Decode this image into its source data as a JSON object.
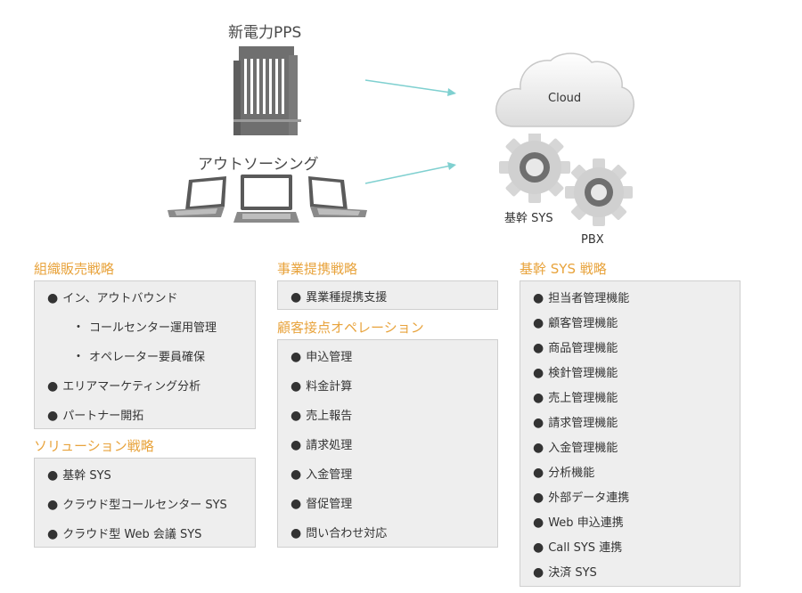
{
  "diagram": {
    "pps_label": "新電力PPS",
    "outsourcing_label": "アウトソーシング",
    "cloud_label": "Cloud",
    "core_sys_label": "基幹 SYS",
    "pbx_label": "PBX"
  },
  "sections": {
    "org_sales": {
      "title": "組織販売戦略",
      "items": [
        {
          "bullet": "●",
          "text": "イン、アウトバウンド"
        },
        {
          "bullet": "・",
          "text": "コールセンター運用管理"
        },
        {
          "bullet": "・",
          "text": "オペレーター要員確保"
        },
        {
          "bullet": "●",
          "text": "エリアマーケティング分析"
        },
        {
          "bullet": "●",
          "text": "パートナー開拓"
        }
      ]
    },
    "solution": {
      "title": "ソリューション戦略",
      "items": [
        {
          "bullet": "●",
          "text": "基幹 SYS"
        },
        {
          "bullet": "●",
          "text": "クラウド型コールセンター SYS"
        },
        {
          "bullet": "●",
          "text": "クラウド型 Web 会議 SYS"
        }
      ]
    },
    "business_alliance": {
      "title": "事業提携戦略",
      "items": [
        {
          "bullet": "●",
          "text": "異業種提携支援"
        }
      ]
    },
    "customer_ops": {
      "title": "顧客接点オペレーション",
      "items": [
        {
          "bullet": "●",
          "text": "申込管理"
        },
        {
          "bullet": "●",
          "text": "料金計算"
        },
        {
          "bullet": "●",
          "text": "売上報告"
        },
        {
          "bullet": "●",
          "text": "請求処理"
        },
        {
          "bullet": "●",
          "text": "入金管理"
        },
        {
          "bullet": "●",
          "text": "督促管理"
        },
        {
          "bullet": "●",
          "text": "問い合わせ対応"
        }
      ]
    },
    "core_sys": {
      "title": "基幹 SYS 戦略",
      "items": [
        {
          "bullet": "●",
          "text": "担当者管理機能"
        },
        {
          "bullet": "●",
          "text": "顧客管理機能"
        },
        {
          "bullet": "●",
          "text": "商品管理機能"
        },
        {
          "bullet": "●",
          "text": "検針管理機能"
        },
        {
          "bullet": "●",
          "text": "売上管理機能"
        },
        {
          "bullet": "●",
          "text": "請求管理機能"
        },
        {
          "bullet": "●",
          "text": "入金管理機能"
        },
        {
          "bullet": "●",
          "text": "分析機能"
        },
        {
          "bullet": "●",
          "text": "外部データ連携"
        },
        {
          "bullet": "●",
          "text": "Web 申込連携"
        },
        {
          "bullet": "●",
          "text": "Call SYS 連携"
        },
        {
          "bullet": "●",
          "text": "決済 SYS"
        }
      ]
    }
  },
  "colors": {
    "title_accent": "#e8a33c",
    "arrow": "#7fd0d0",
    "box_bg": "#eeeeee",
    "box_border": "#cfcfcf",
    "icon_gray": "#6f6f6f"
  }
}
